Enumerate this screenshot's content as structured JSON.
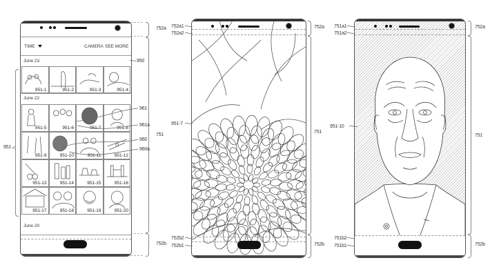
{
  "figure": {
    "panels": [
      {
        "id": "gallery",
        "screen_ref": "751",
        "top_region_ref": "752a",
        "bottom_region_ref": "752b",
        "app_bar": {
          "sort_label": "TIME",
          "sort_icon": "triangle-down-icon",
          "camera_label": "CAMERA",
          "see_more_label": "SEE MORE"
        },
        "group_ref": "951",
        "section_ref": "950",
        "sections": [
          {
            "date": "June 23",
            "items": [
              "951-1",
              "951-2",
              "951-3",
              "951-4"
            ]
          },
          {
            "date": "June 22",
            "items": [
              "951-5",
              "951-6",
              "951-7",
              "951-8",
              "951-9",
              "951-10",
              "951-11",
              "951-12",
              "951-13",
              "951-14",
              "951-15",
              "951-16",
              "951-17",
              "951-18",
              "951-19",
              "951-20"
            ]
          },
          {
            "date": "June 20",
            "items": []
          }
        ],
        "callouts": [
          "961",
          "961a",
          "960",
          "960a"
        ]
      },
      {
        "id": "flower",
        "image_ref": "951-7",
        "screen_ref": "751",
        "top_labels": [
          "752a1",
          "752a2"
        ],
        "top_region_ref": "752a",
        "bottom_labels": [
          "752b2",
          "752b1"
        ],
        "bottom_region_ref": "752b"
      },
      {
        "id": "portrait",
        "image_ref": "951-10",
        "screen_ref": "751",
        "top_labels": [
          "751a1",
          "751a2"
        ],
        "top_region_ref": "752a",
        "bottom_labels": [
          "751b2",
          "751b1"
        ],
        "bottom_region_ref": "752b"
      }
    ]
  }
}
